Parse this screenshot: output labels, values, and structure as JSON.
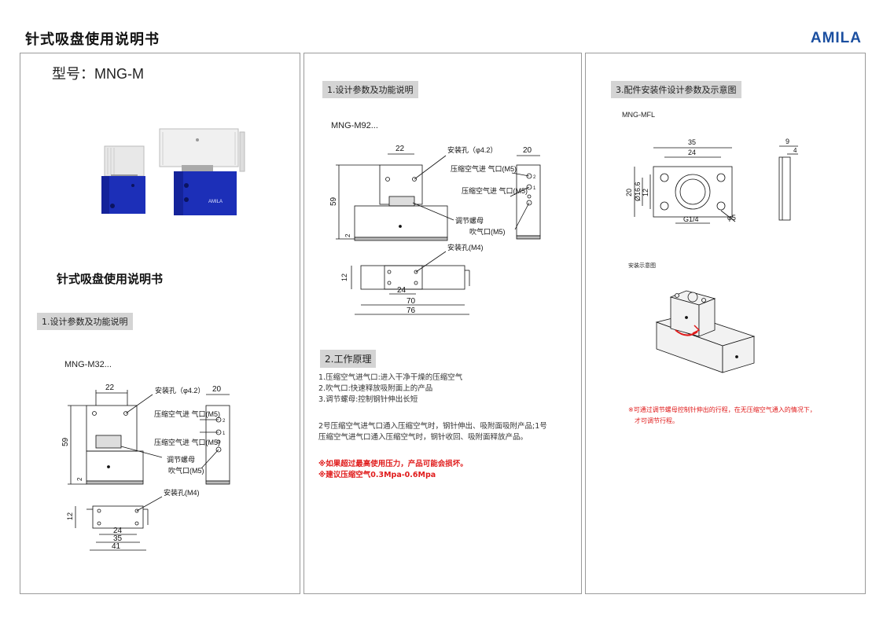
{
  "header": {
    "title": "针式吸盘使用说明书",
    "brand": "AMILA"
  },
  "panel1": {
    "model": "型号：MNG-M",
    "doc_title": "针式吸盘使用说明书",
    "section1": "1.设计参数及功能说明",
    "model_code": "MNG-M32...",
    "photo_logo": "AMILA",
    "labels": {
      "mount_hole": "安装孔（φ4.2）",
      "air_inlet": "压缩空气进\n气口(M5)",
      "air_inlet2": "压缩空气进\n气口(M5)",
      "adjust_nut": "调节螺母",
      "blow_port": "吹气口(M5)",
      "mount_m4": "安装孔(M4)",
      "port2": "2",
      "port1": "1"
    },
    "dims": {
      "w22": "22",
      "w20": "20",
      "h59": "59",
      "h2": "2",
      "h12": "12",
      "w24": "24",
      "w35": "35",
      "w41": "41"
    }
  },
  "panel2": {
    "section1": "1.设计参数及功能说明",
    "model_code": "MNG-M92...",
    "labels": {
      "mount_hole": "安装孔（φ4.2）",
      "air_inlet": "压缩空气进\n气口(M5)",
      "air_inlet2": "压缩空气进\n气口(M5)",
      "adjust_nut": "调节螺母",
      "blow_port": "吹气口(M5)",
      "mount_m4": "安装孔(M4)",
      "port2": "2",
      "port1": "1"
    },
    "dims": {
      "w22": "22",
      "w20": "20",
      "h59": "59",
      "h2": "2",
      "h12": "12",
      "w24": "24",
      "w70": "70",
      "w76": "76"
    },
    "section2": "2.工作原理",
    "principle_lines": [
      "1.压缩空气进气口:进入干净干燥的压缩空气",
      "2.吹气口:快速释放吸附面上的产品",
      "3.调节螺母:控制钢针伸出长短"
    ],
    "operation_lines": [
      "2号压缩空气进气口通入压缩空气时，钢针伸出、吸附面吸附产品;1号",
      "压缩空气进气口通入压缩空气时，钢针收回、吸附面释放产品。"
    ],
    "warnings": [
      "※如果超过最高使用压力，产品可能会损坏。",
      "※建议压缩空气0.3Mpa-0.6Mpa"
    ]
  },
  "panel3": {
    "section3": "3.配件安装件设计参数及示意图",
    "model_code": "MNG-MFL",
    "dims": {
      "w35": "35",
      "w24": "24",
      "h20": "20",
      "d166": "Ø16.6",
      "h12": "12",
      "thread": "G1/4",
      "hole": "φ5",
      "w9": "9",
      "w4": "4"
    },
    "install_caption": "安装示意图",
    "note_lines": [
      "※可通过调节螺母控制针伸出的行程，在无压缩空气通入的情况下，",
      "才可调节行程。"
    ]
  },
  "colors": {
    "brand": "#1b4fa0",
    "tag_bg": "#d4d4d4",
    "warning": "#e01b1b",
    "product_blue": "#1c2fb8"
  }
}
